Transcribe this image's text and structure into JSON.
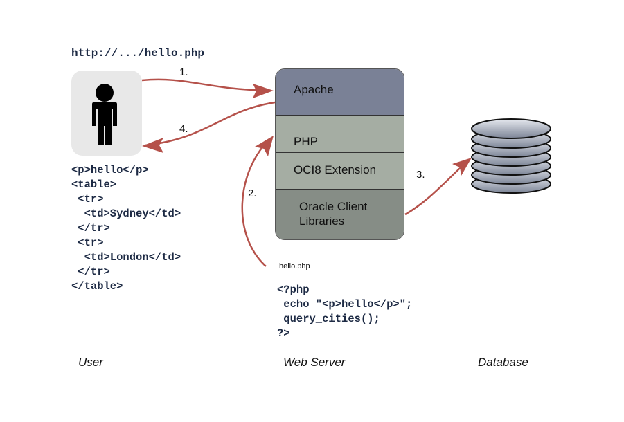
{
  "user": {
    "url": "http://.../hello.php",
    "icon": "person-icon",
    "html_output": "<p>hello</p>\n<table>\n <tr>\n  <td>Sydney</td>\n </tr>\n <tr>\n  <td>London</td>\n </tr>\n</table>",
    "caption": "User"
  },
  "web_server": {
    "layers": [
      {
        "label": "Apache",
        "color": "#7a8196"
      },
      {
        "label": "PHP",
        "color": "#a5ada3"
      },
      {
        "label": "OCI8 Extension",
        "color": "#a5ada3"
      },
      {
        "label": "Oracle Client\nLibraries",
        "color": "#868d86"
      }
    ],
    "script_filename": "hello.php",
    "script_code": "<?php\n echo \"<p>hello</p>\";\n query_cities();\n?>",
    "caption": "Web Server"
  },
  "database": {
    "icon": "database-icon",
    "caption": "Database"
  },
  "steps": [
    "1.",
    "2.",
    "3.",
    "4."
  ],
  "colors": {
    "arrow": "#b5514a",
    "code_text": "#1d2a44"
  }
}
